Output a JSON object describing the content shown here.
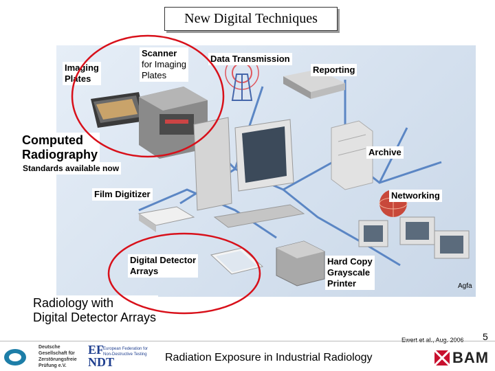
{
  "slide": {
    "title": "New Digital Techniques",
    "labels": {
      "imaging_plates": [
        "Imaging",
        "Plates"
      ],
      "scanner": [
        "Scanner",
        "for Imaging",
        "Plates"
      ],
      "data_transmission": "Data Transmission",
      "reporting": "Reporting",
      "computed_radiography": [
        "Computed",
        "Radiography"
      ],
      "standards": "Standards available now",
      "archive": "Archive",
      "film_digitizer": "Film Digitizer",
      "networking": "Networking",
      "digital_detector_arrays": [
        "Digital Detector",
        "Arrays"
      ],
      "hard_copy": [
        "Hard Copy",
        "Grayscale",
        "Printer"
      ],
      "agfa": "Agfa",
      "radiology_dda": [
        "Radiology with",
        "Digital Detector Arrays"
      ]
    },
    "citation": "Ewert et al., Aug. 2006",
    "page_number": "5",
    "footer_title": "Radiation Exposure in Industrial Radiology",
    "logos": {
      "dgzfp": [
        "Deutsche",
        "Gesellschaft für",
        "Zerstörungsfreie",
        "Prüfung e.V."
      ],
      "efndt_text": [
        "European Federation for",
        "Non-Destructive Testing"
      ],
      "efndt_mark_top": "EF",
      "efndt_mark_bottom": "NDT",
      "bam": "BAM"
    },
    "colors": {
      "highlight_red": "#d8101a",
      "bam_red": "#c8102e",
      "efndt_blue": "#1f3f8f",
      "dgzfp_teal": "#1d7ea8"
    }
  }
}
